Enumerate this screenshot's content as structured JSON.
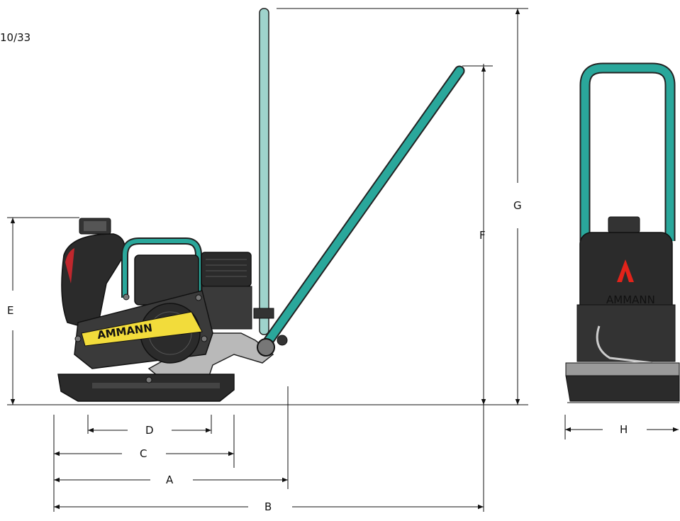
{
  "page_number": "10/33",
  "brand": "AMMANN",
  "brand_logo_letter": "Λ",
  "colors": {
    "handle_teal": "#2aa79b",
    "handle_light": "#9fd3cc",
    "body_dark": "#2b2b2b",
    "body_mid": "#3a3a3a",
    "plate_grey": "#9a9a9a",
    "decal_yellow": "#f2dc3b",
    "logo_red": "#e2231a",
    "dimension_line": "#111111"
  },
  "dimensions": {
    "A": "A",
    "B": "B",
    "C": "C",
    "D": "D",
    "E": "E",
    "F": "F",
    "G": "G",
    "H": "H"
  }
}
